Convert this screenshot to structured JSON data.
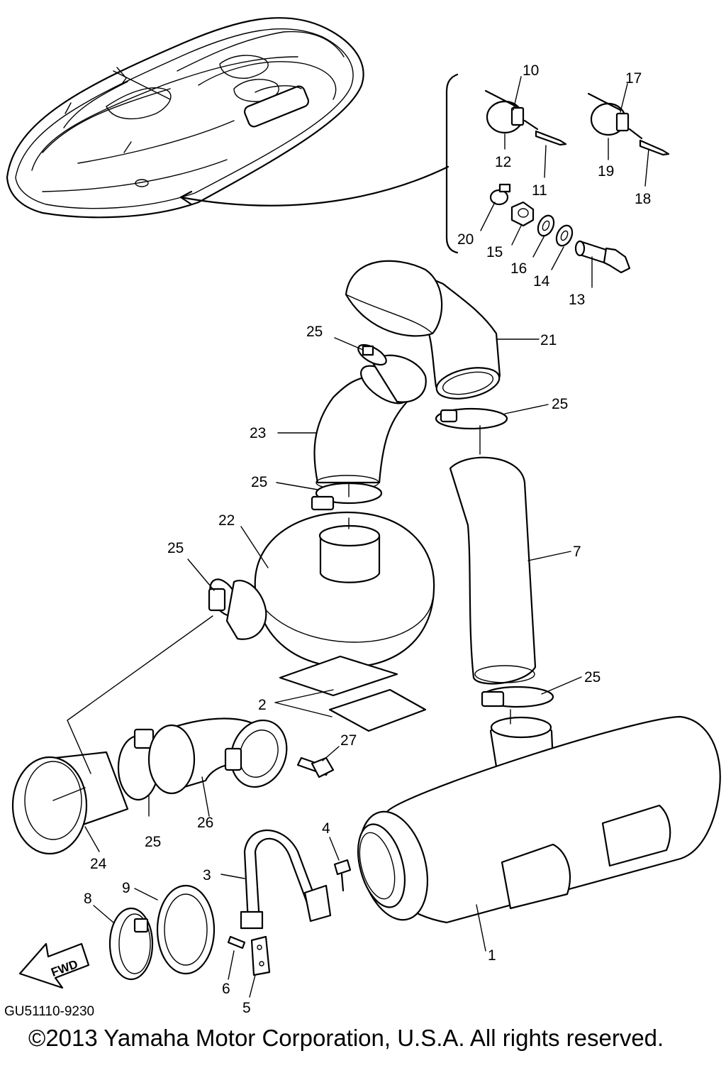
{
  "diagram": {
    "callouts": [
      "1",
      "2",
      "3",
      "4",
      "5",
      "6",
      "7",
      "8",
      "9",
      "10",
      "11",
      "12",
      "13",
      "14",
      "15",
      "16",
      "17",
      "18",
      "19",
      "20",
      "21",
      "22",
      "23",
      "24",
      "25",
      "25",
      "25",
      "25",
      "25",
      "25",
      "26",
      "27"
    ],
    "fwd_label": "FWD",
    "diagram_code": "GU51110-9230",
    "copyright": "©2013 Yamaha Motor Corporation, U.S.A. All rights reserved."
  }
}
